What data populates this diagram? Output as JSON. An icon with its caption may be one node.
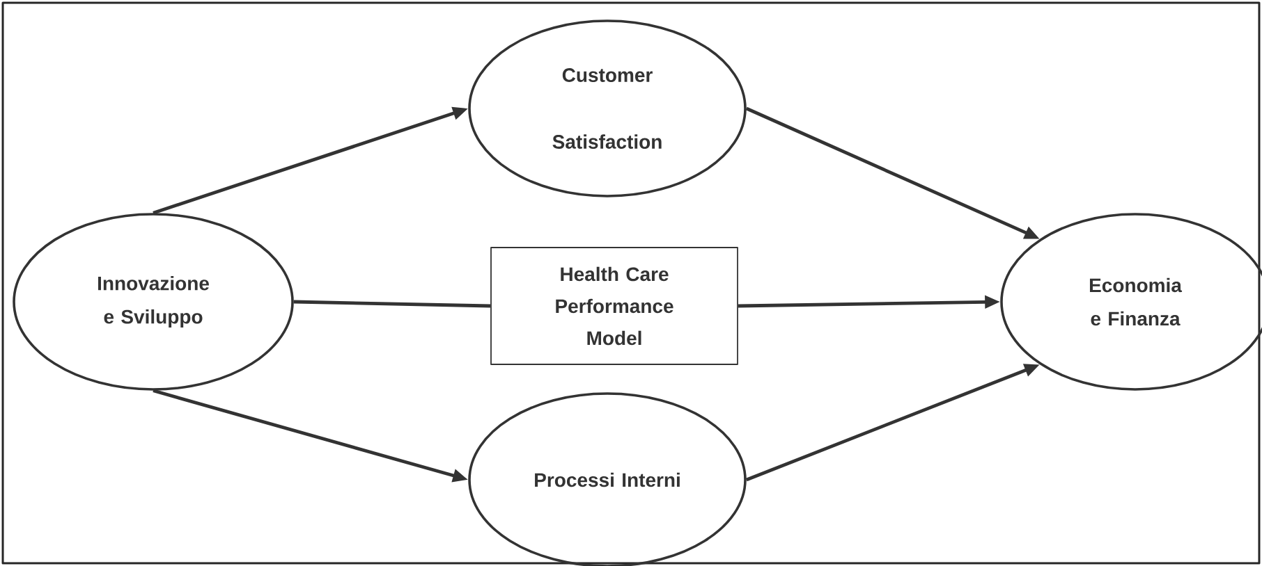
{
  "diagram": {
    "nodes": [
      {
        "text": [
          "Innovazione e Sviluppo"
        ]
      },
      {
        "text": [
          "Customer Satisfaction"
        ]
      },
      {
        "text": [
          "Health Care Performance Model"
        ]
      },
      {
        "text": [
          "Processi Interni"
        ]
      },
      {
        "text": [
          "Economia e Finanza"
        ]
      }
    ],
    "edges": [
      {
        "from": 0,
        "to": 1,
        "arrow": "to"
      },
      {
        "from": 1,
        "to": 4,
        "arrow": "to"
      },
      {
        "from": 0,
        "to": 2,
        "arrow": "none"
      },
      {
        "from": 2,
        "to": 4,
        "arrow": "to"
      },
      {
        "from": 0,
        "to": 3,
        "arrow": "to"
      },
      {
        "from": 3,
        "to": 4,
        "arrow": "to"
      }
    ]
  }
}
